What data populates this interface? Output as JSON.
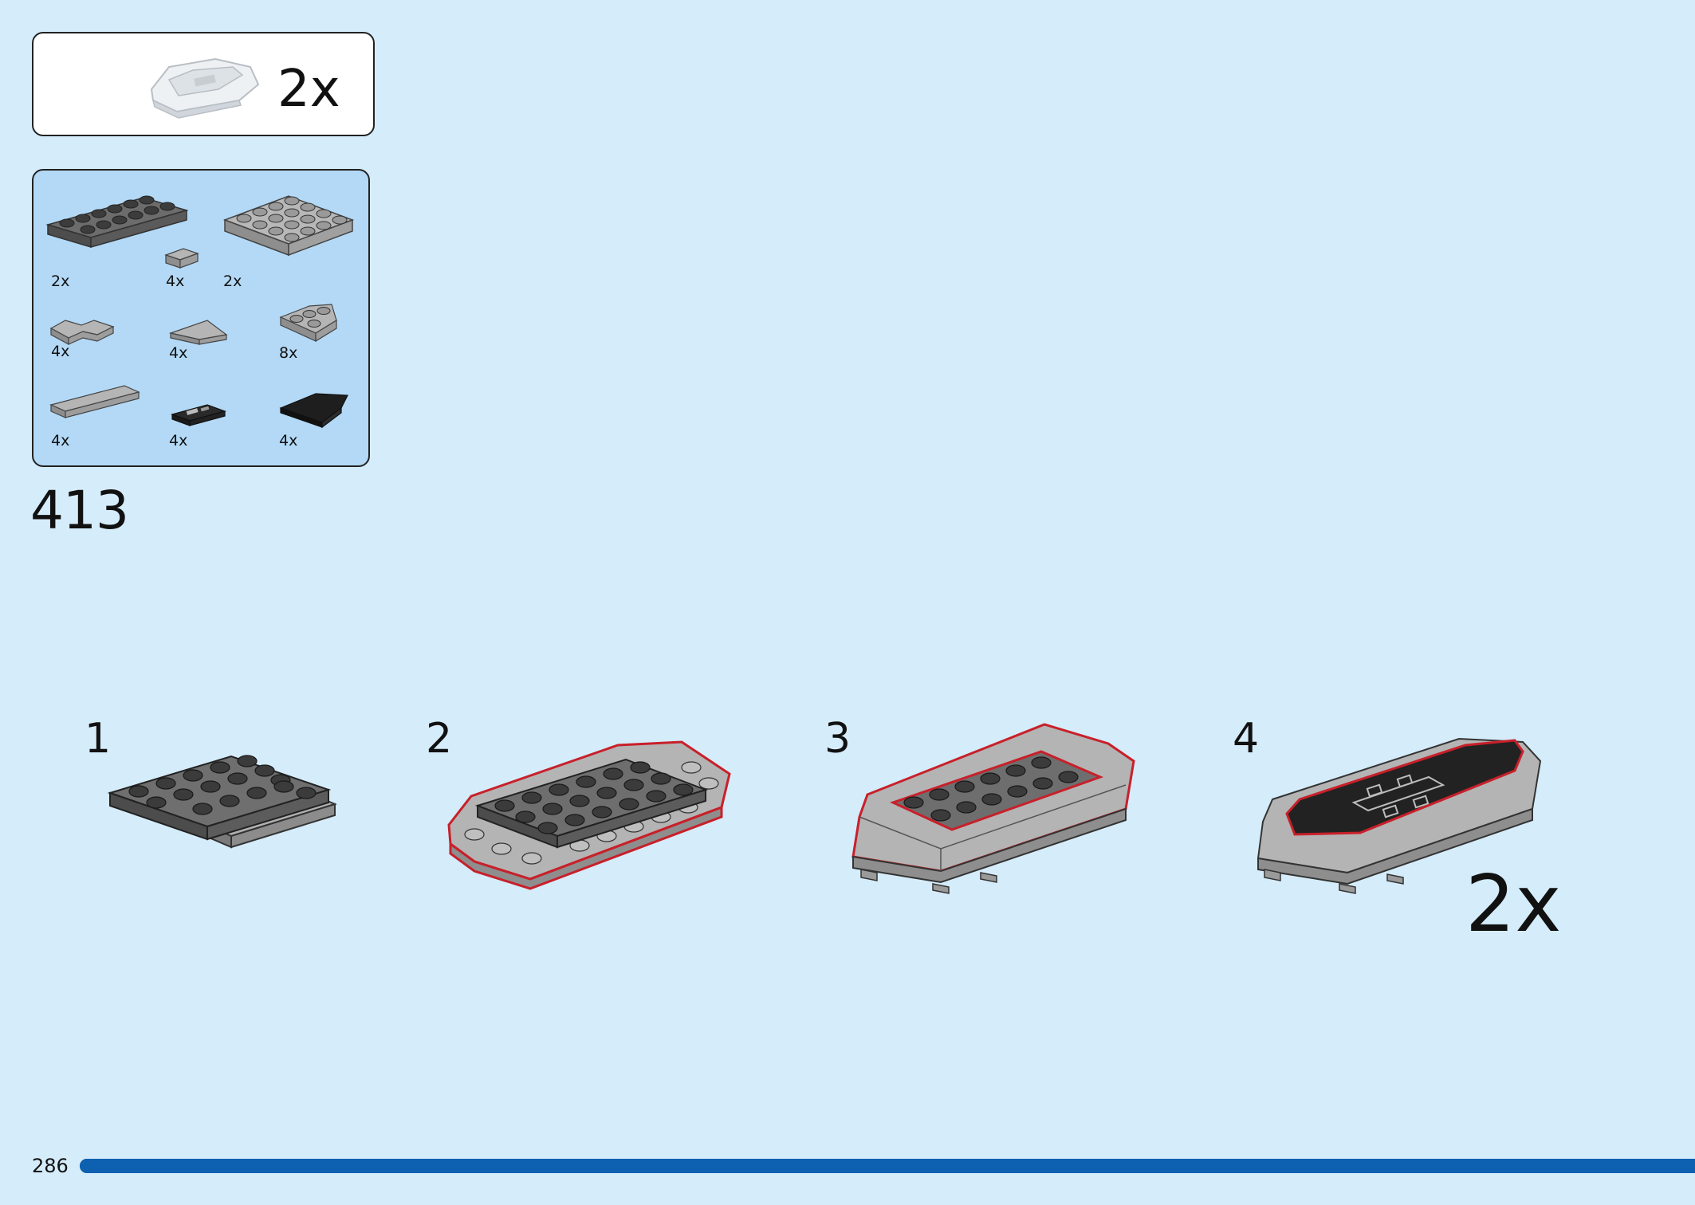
{
  "submodel_callout": {
    "multiplier": "2x",
    "icon": "assembled-submodel-icon"
  },
  "parts_list": [
    {
      "qty": "2x",
      "icon": "dark-gray-plate-2x6-icon"
    },
    {
      "qty": "4x",
      "icon": "light-gray-tile-1x1-icon"
    },
    {
      "qty": "2x",
      "icon": "light-gray-plate-4x4-icon"
    },
    {
      "qty": "4x",
      "icon": "light-gray-corner-tile-icon"
    },
    {
      "qty": "4x",
      "icon": "light-gray-wedge-tile-icon"
    },
    {
      "qty": "8x",
      "icon": "light-gray-wedge-plate-icon"
    },
    {
      "qty": "4x",
      "icon": "light-gray-tile-1x4-icon"
    },
    {
      "qty": "4x",
      "icon": "printed-black-tile-icon"
    },
    {
      "qty": "4x",
      "icon": "black-wedge-tile-icon"
    }
  ],
  "step_number": "413",
  "sub_steps": [
    {
      "number": "1"
    },
    {
      "number": "2"
    },
    {
      "number": "3"
    },
    {
      "number": "4"
    }
  ],
  "sub_step_multiplier": "2x",
  "page_number": "286",
  "progress": 1.0,
  "colors": {
    "background": "#d5ecfa",
    "parts_box": "#b3d9f6",
    "progress_bar": "#0d61b0",
    "highlight_outline": "#c8202a",
    "dark_gray": "#5b5b5b",
    "light_gray": "#a9a9a9",
    "black": "#1c1c1c"
  }
}
